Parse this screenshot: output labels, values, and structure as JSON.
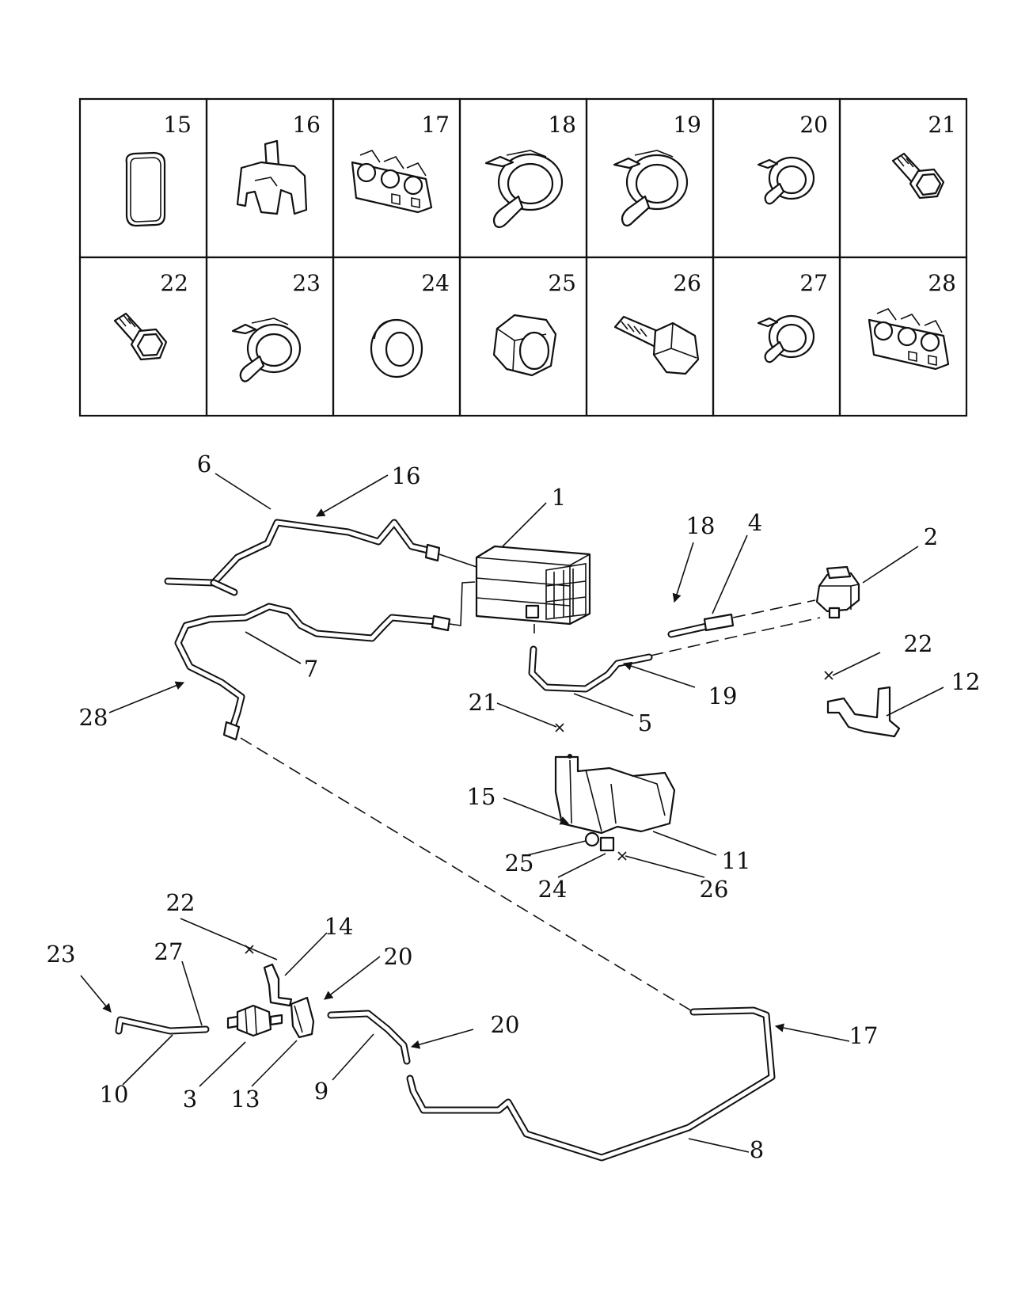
{
  "parts_table": {
    "row1": [
      "15",
      "16",
      "17",
      "18",
      "19",
      "20",
      "21"
    ],
    "row2": [
      "22",
      "23",
      "24",
      "25",
      "26",
      "27",
      "28"
    ],
    "icons": [
      "gasket-icon",
      "push-clip-icon",
      "triple-tube-clamp-icon",
      "spring-hose-clamp-icon",
      "spring-hose-clamp-icon",
      "small-hose-clamp-icon",
      "flange-bolt-icon",
      "flange-bolt-icon",
      "spring-hose-clamp-icon",
      "washer-icon",
      "hex-nut-icon",
      "hex-bolt-icon",
      "small-hose-clamp-icon",
      "triple-tube-clamp-icon"
    ]
  },
  "callouts": {
    "c1": "1",
    "c2": "2",
    "c3": "3",
    "c4": "4",
    "c5": "5",
    "c6": "6",
    "c7": "7",
    "c8": "8",
    "c9": "9",
    "c10": "10",
    "c11": "11",
    "c12": "12",
    "c13": "13",
    "c14": "14",
    "c15": "15",
    "c16": "16",
    "c17": "17",
    "c18": "18",
    "c19": "19",
    "c20a": "20",
    "c20b": "20",
    "c21": "21",
    "c22a": "22",
    "c22b": "22",
    "c23": "23",
    "c24": "24",
    "c25": "25",
    "c26": "26",
    "c27": "27",
    "c28": "28"
  }
}
